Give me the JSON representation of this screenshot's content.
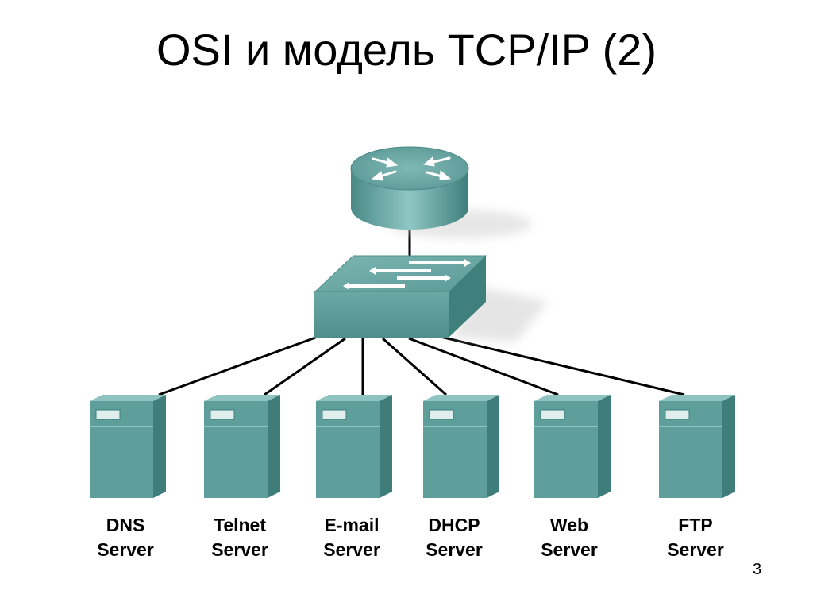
{
  "title": "OSI и модель TCP/IP (2)",
  "page_number": "3",
  "devices": {
    "router": {
      "icon": "router-icon"
    },
    "switch": {
      "icon": "switch-icon"
    }
  },
  "servers": [
    {
      "line1": "DNS",
      "line2": "Server"
    },
    {
      "line1": "Telnet",
      "line2": "Server"
    },
    {
      "line1": "E-mail",
      "line2": "Server"
    },
    {
      "line1": "DHCP",
      "line2": "Server"
    },
    {
      "line1": "Web",
      "line2": "Server"
    },
    {
      "line1": "FTP",
      "line2": "Server"
    }
  ],
  "colors": {
    "device_teal": "#5e9e9b",
    "device_light": "#8ec3c0",
    "device_dark": "#3e7d7a",
    "line": "#000000"
  }
}
